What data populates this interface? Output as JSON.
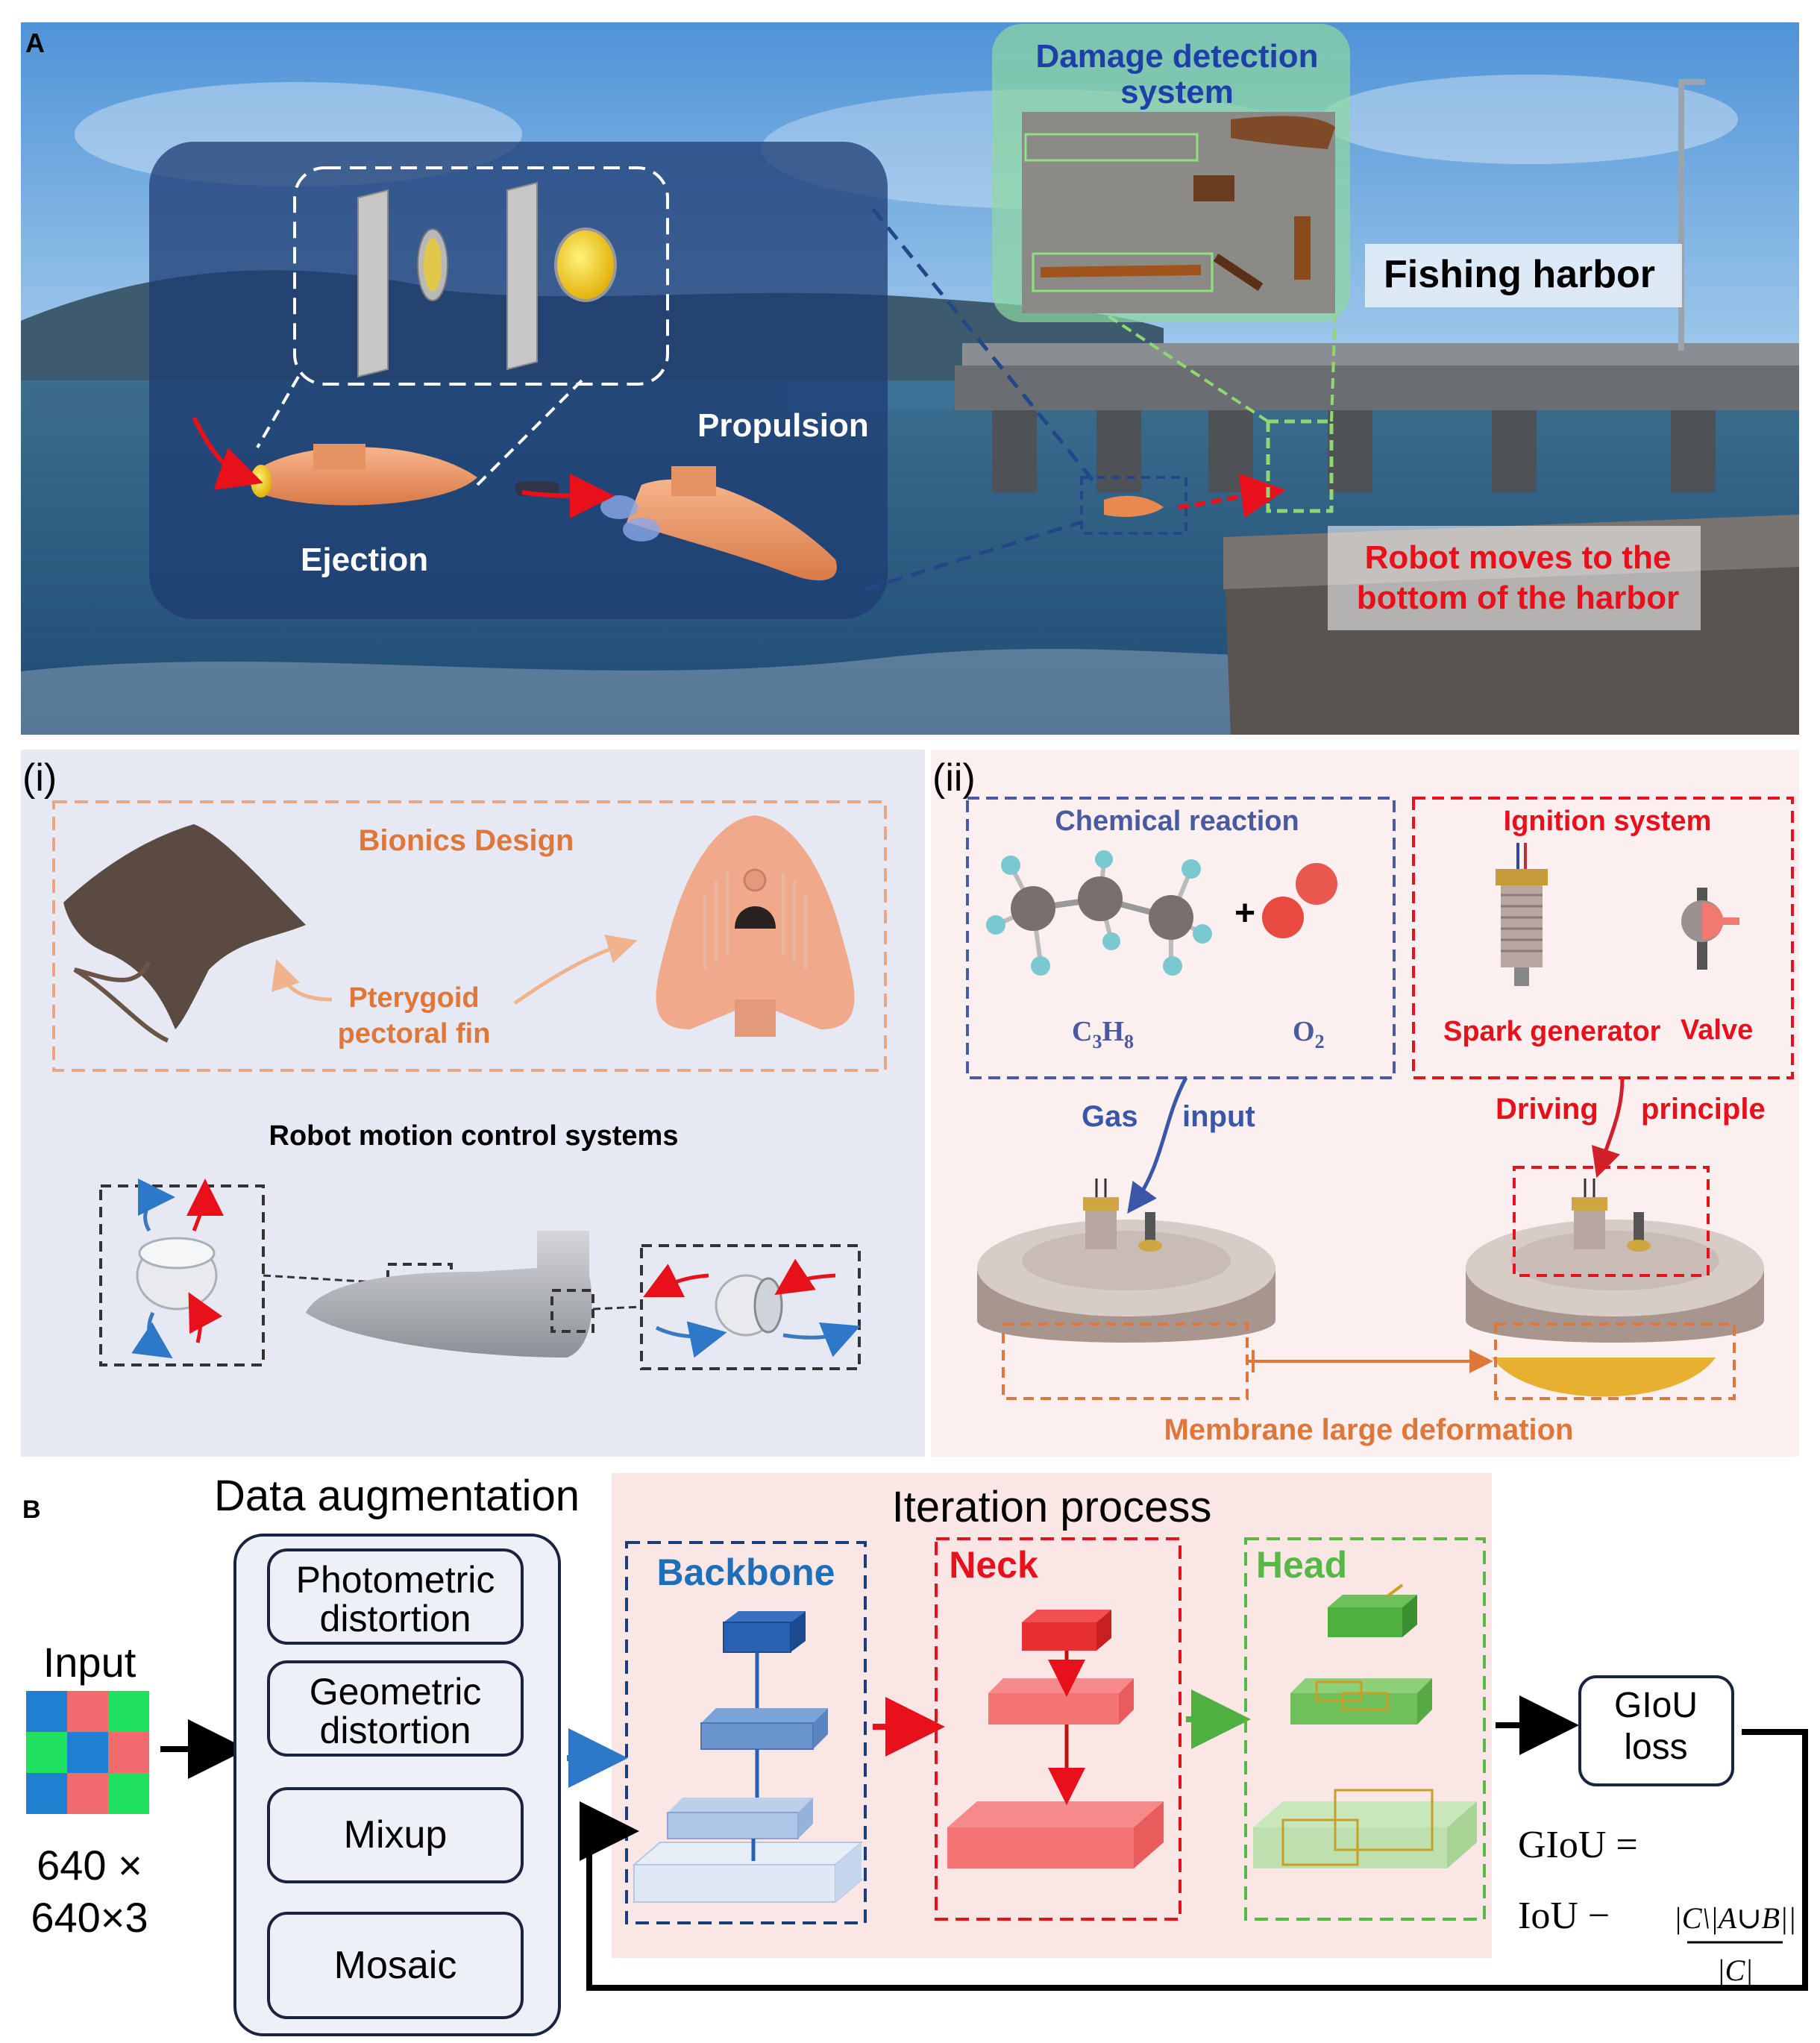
{
  "panelA": {
    "label": "A",
    "damage_title": "Damage detection\nsystem",
    "fishing_harbor": "Fishing harbor",
    "propulsion": "Propulsion",
    "ejection": "Ejection",
    "robot_moves": "Robot moves to the\nbottom of the harbor"
  },
  "panel_i": {
    "label": "(i)",
    "bionics_design": "Bionics Design",
    "pterygoid": "Pterygoid\npectoral fin",
    "motion_control": "Robot motion control systems"
  },
  "panel_ii": {
    "label": "(ii)",
    "chemical_reaction": "Chemical reaction",
    "ignition_system": "Ignition system",
    "c3h8_main": "C",
    "c3h8_sub1": "3",
    "c3h8_h": "H",
    "c3h8_sub2": "8",
    "o2_main": "O",
    "o2_sub": "2",
    "plus": "+",
    "spark_generator": "Spark generator",
    "valve": "Valve",
    "gas": "Gas",
    "input": "input",
    "driving": "Driving",
    "principle": "principle",
    "membrane": "Membrane large deformation"
  },
  "panelB": {
    "label": "B",
    "data_augmentation": "Data augmentation",
    "iteration_process": "Iteration process",
    "input": "Input",
    "input_size_1": "640 ×",
    "input_size_2": "640×3",
    "aug_items": [
      "Photometric\ndistortion",
      "Geometric\ndistortion",
      "Mixup",
      "Mosaic"
    ],
    "backbone": "Backbone",
    "neck": "Neck",
    "head": "Head",
    "giou_loss": "GIoU\nloss",
    "formula_lhs": "GIoU =",
    "formula_iou": "IoU −",
    "formula_num": "|C\\|A∪B||",
    "formula_den": "|C|"
  },
  "colors": {
    "red_label": "#e8101a",
    "blue_label": "#1f6fb8",
    "navy": "#0e2a6e",
    "orange": "#e0773a",
    "green": "#58b847",
    "salmon": "#e8a37c",
    "chem_blue": "#4a5a9e"
  }
}
